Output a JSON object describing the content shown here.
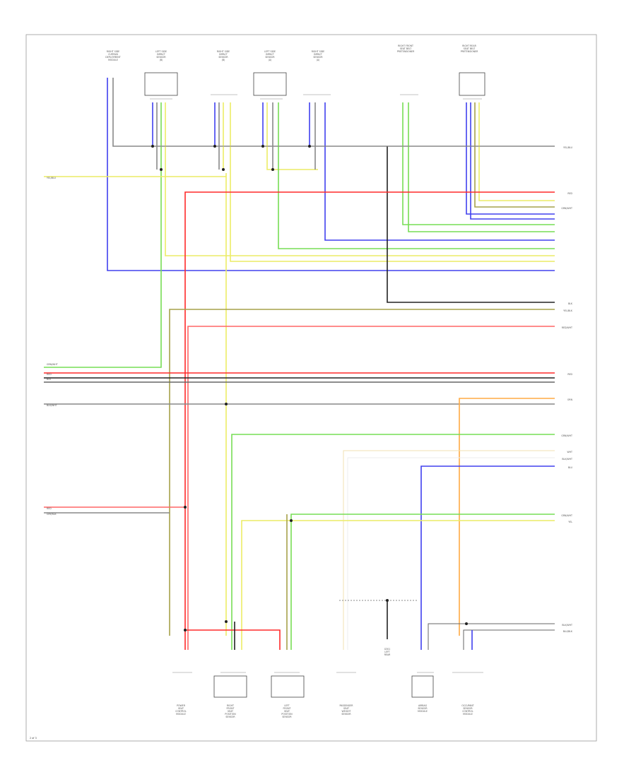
{
  "diagram": {
    "top_components": [
      {
        "id": "t1",
        "label": [
          "RIGHT SIDE",
          "CURTAIN",
          "DEPLOYMENT",
          "MODULE"
        ]
      },
      {
        "id": "t2",
        "label": [
          "LEFT SIDE",
          "IMPACT",
          "SENSOR",
          "(B)"
        ]
      },
      {
        "id": "t3",
        "label": [
          "RIGHT SIDE",
          "IMPACT",
          "SENSOR",
          "(B)"
        ]
      },
      {
        "id": "t4",
        "label": [
          "LEFT SIDE",
          "IMPACT",
          "SENSOR",
          "(A)"
        ]
      },
      {
        "id": "t5",
        "label": [
          "RIGHT SIDE",
          "IMPACT",
          "SENSOR",
          "(A)"
        ]
      },
      {
        "id": "t6",
        "label": [
          "RIGHT FRONT",
          "SEAT BELT",
          "PRETENSIONER"
        ]
      },
      {
        "id": "t7",
        "label": [
          "RIGHT REAR",
          "SEAT BELT",
          "PRETENSIONER"
        ]
      }
    ],
    "bottom_components": [
      {
        "id": "b1",
        "label": [
          "POWER",
          "SEAT",
          "CONTROL",
          "MODULE"
        ]
      },
      {
        "id": "b2",
        "label": [
          "RIGHT",
          "FRONT",
          "SEAT",
          "POSITION",
          "SENSOR"
        ]
      },
      {
        "id": "b3",
        "label": [
          "LEFT",
          "FRONT",
          "SEAT",
          "POSITION",
          "SENSOR"
        ]
      },
      {
        "id": "b4",
        "label": [
          "PASSENGER",
          "SEAT",
          "WEIGHT",
          "SENSOR"
        ]
      },
      {
        "id": "b5",
        "label": [
          "AIRBAG",
          "SENSOR",
          "MODULE"
        ]
      },
      {
        "id": "b6",
        "label": [
          "OCCUPANT",
          "SENSOR",
          "CONTROL",
          "MODULE"
        ]
      }
    ],
    "ground_label": [
      "G301",
      "LEFT",
      "REAR"
    ],
    "wire_labels": [
      "YEL/BLU",
      "GRN/WHT",
      "RED",
      "RED/WHT",
      "BLK",
      "YEL/BLK",
      "RED/WHT",
      "BLK/WHT",
      "RED",
      "GRN/WHT",
      "GRY/BLK",
      "ORN",
      "WHT",
      "BLK/WHT",
      "BLU",
      "GRN/WHT",
      "YEL",
      "BLK/WHT",
      "BLU/BLK"
    ],
    "page_ref": "2 of 3",
    "colors": {
      "red": "#ff2a2a",
      "blue": "#4040ee",
      "yellow": "#ecec66",
      "green": "#77dd55",
      "black": "#222222",
      "gray": "#888888",
      "orange": "#ffaa44",
      "olive": "#a6a24a"
    }
  }
}
